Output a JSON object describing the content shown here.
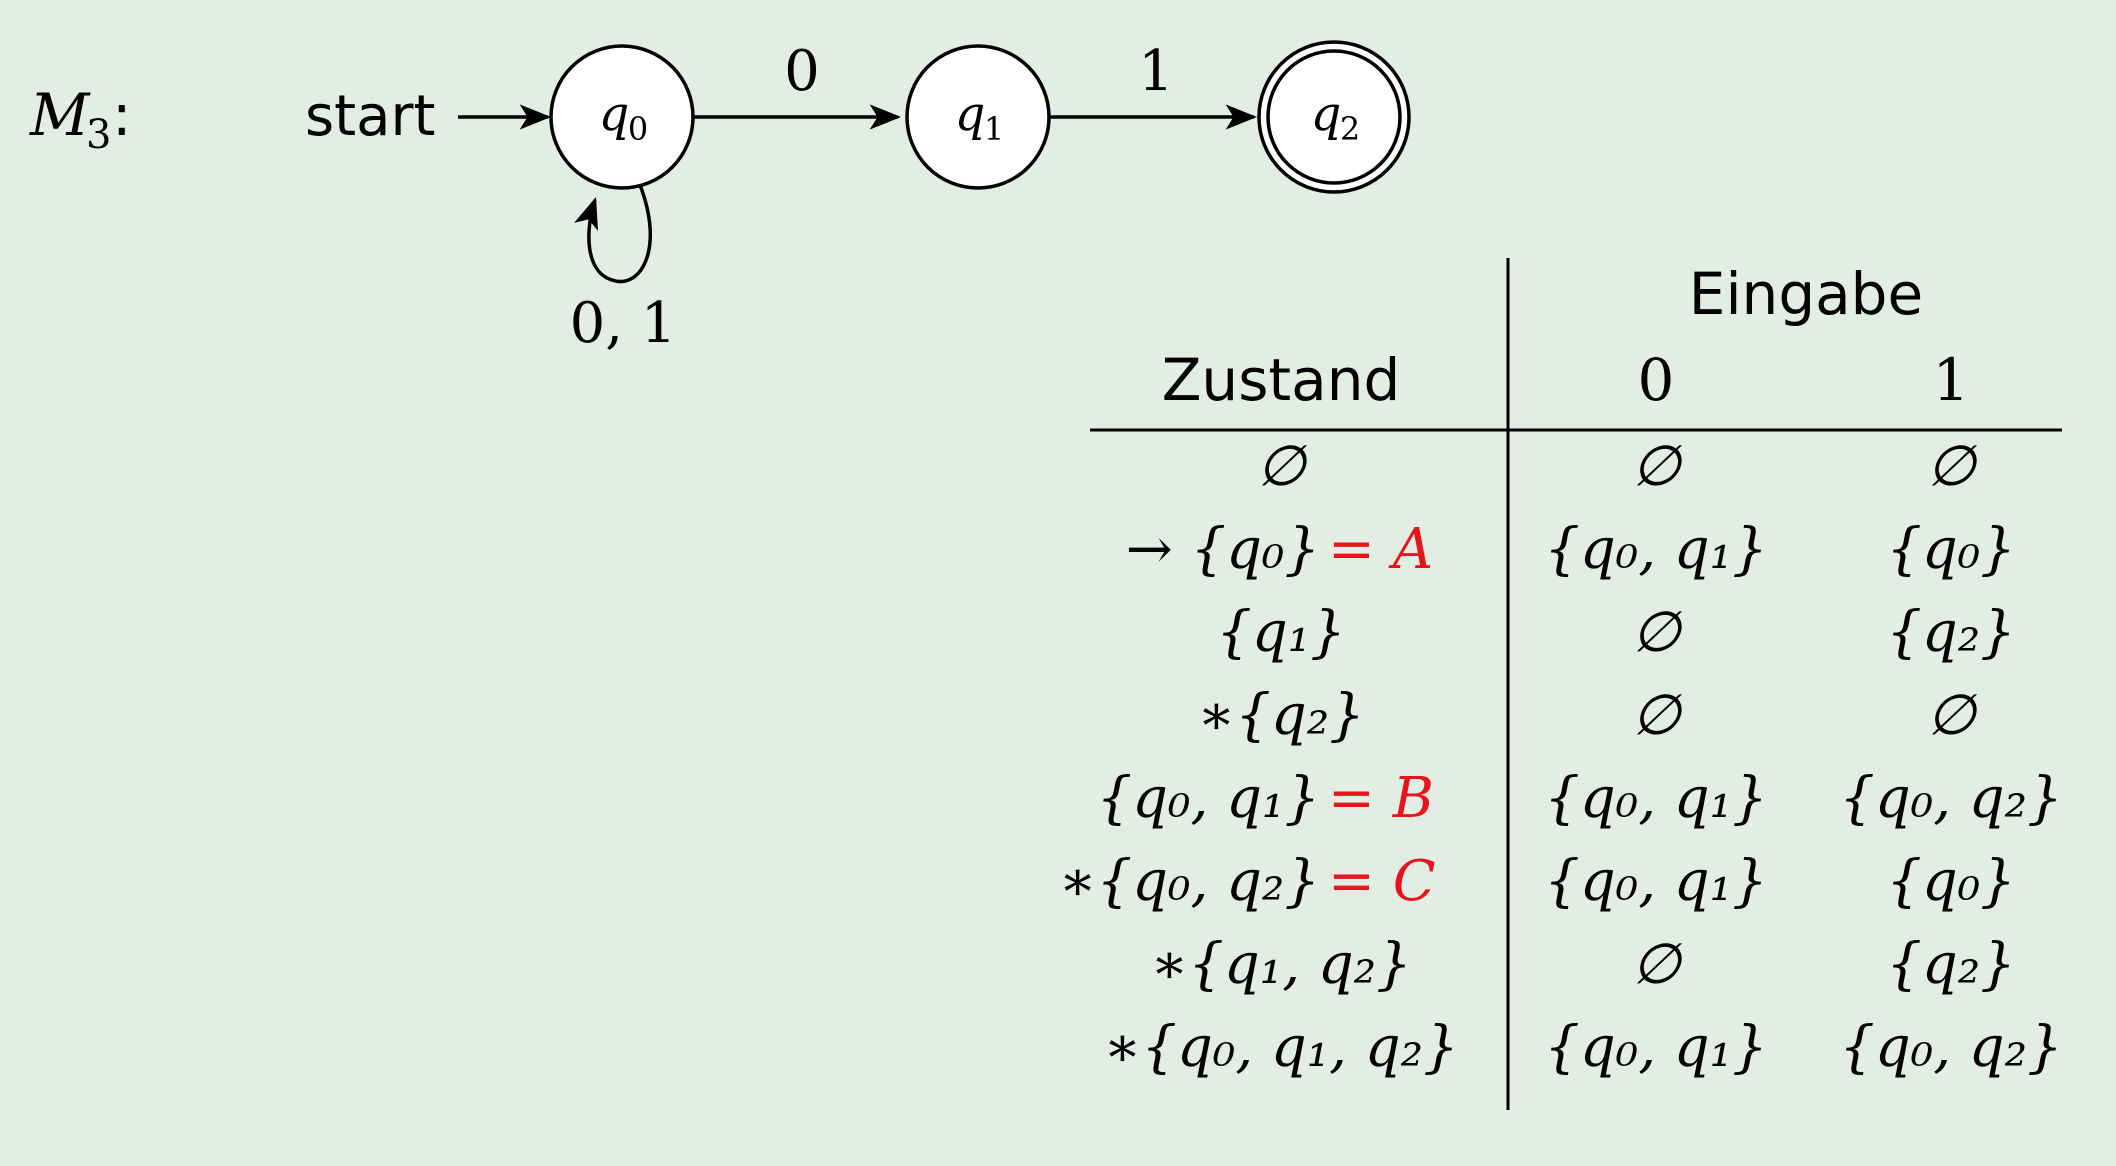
{
  "machine": {
    "name": "M",
    "subscript": "3",
    "suffix": ":",
    "start_label": "start"
  },
  "automaton": {
    "states": [
      {
        "id": "q0",
        "base": "q",
        "sub": "0",
        "accepting": false,
        "initial": true
      },
      {
        "id": "q1",
        "base": "q",
        "sub": "1",
        "accepting": false,
        "initial": false
      },
      {
        "id": "q2",
        "base": "q",
        "sub": "2",
        "accepting": true,
        "initial": false
      }
    ],
    "transitions": [
      {
        "from": "q0",
        "to": "q0",
        "label": "0, 1"
      },
      {
        "from": "q0",
        "to": "q1",
        "label": "0"
      },
      {
        "from": "q1",
        "to": "q2",
        "label": "1"
      }
    ]
  },
  "table": {
    "group_header": "Eingabe",
    "state_header": "Zustand",
    "input_headers": [
      "0",
      "1"
    ],
    "rows": [
      {
        "state": "∅",
        "on0": "∅",
        "on1": "∅",
        "alias": ""
      },
      {
        "state": "→ {q₀}",
        "on0": "{q₀, q₁}",
        "on1": "{q₀}",
        "alias": "= A"
      },
      {
        "state": "{q₁}",
        "on0": "∅",
        "on1": "{q₂}",
        "alias": ""
      },
      {
        "state": "∗{q₂}",
        "on0": "∅",
        "on1": "∅",
        "alias": ""
      },
      {
        "state": "{q₀, q₁}",
        "on0": "{q₀, q₁}",
        "on1": "{q₀, q₂}",
        "alias": "= B"
      },
      {
        "state": "∗{q₀, q₂}",
        "on0": "{q₀, q₁}",
        "on1": "{q₀}",
        "alias": "= C"
      },
      {
        "state": "∗{q₁, q₂}",
        "on0": "∅",
        "on1": "{q₂}",
        "alias": ""
      },
      {
        "state": "∗{q₀, q₁, q₂}",
        "on0": "{q₀, q₁}",
        "on1": "{q₀, q₂}",
        "alias": ""
      }
    ]
  },
  "colors": {
    "background": "#e2ede3",
    "ink": "#000000",
    "alias": "#e8141b",
    "state_fill": "#ffffff"
  }
}
